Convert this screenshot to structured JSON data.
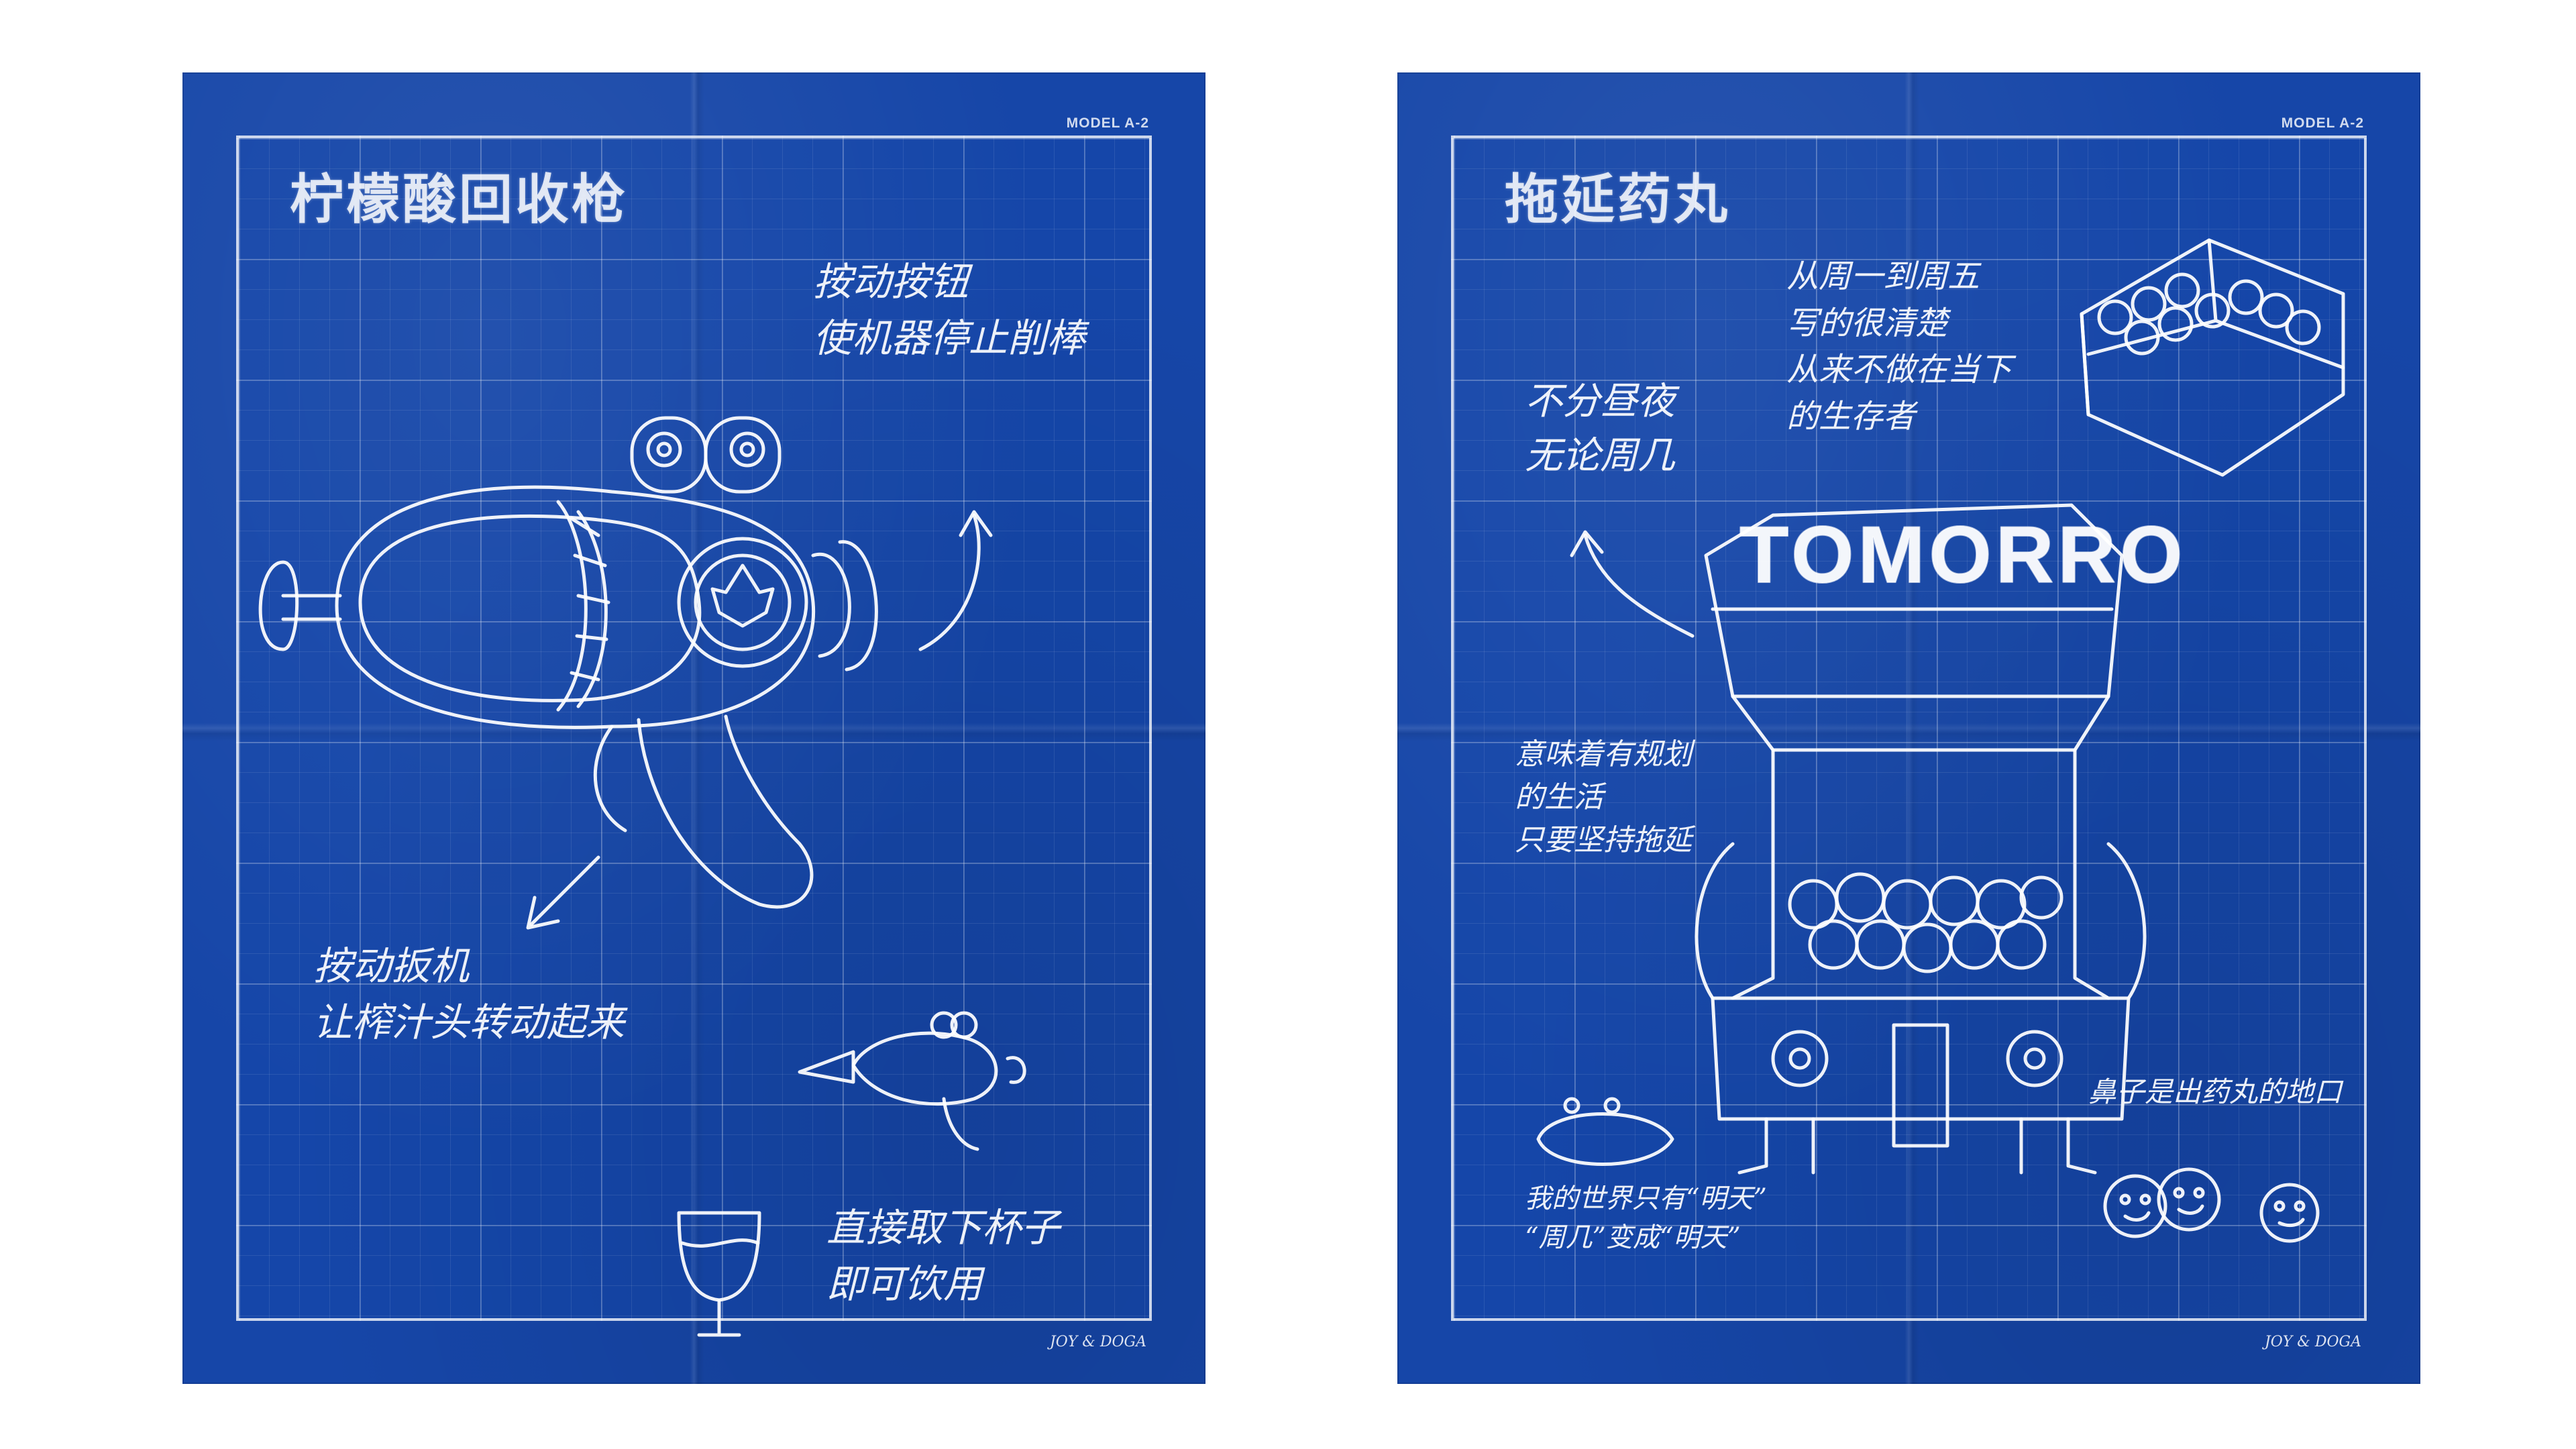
{
  "posters": [
    {
      "model": "MODEL A-2",
      "title": "柠檬酸回收枪",
      "notes": [
        "按动按钮\n使机器停止削棒",
        "按动扳机\n让榨汁头转动起来",
        "直接取下杯子\n即可饮用"
      ],
      "signature": "JOY & DOGA"
    },
    {
      "model": "MODEL A-2",
      "title": "拖延药丸",
      "notes": [
        "不分昼夜\n无论周几",
        "从周一到周五\n写的很清楚\n从来不做在当下\n的生存者",
        "意味着有规划\n的生活\n只要坚持拖延",
        "鼻子是出药丸的地口",
        "我的世界只有“明天”\n“周几”变成“明天”"
      ],
      "machine_label": "TOMORRO",
      "signature": "JOY & DOGA"
    }
  ]
}
